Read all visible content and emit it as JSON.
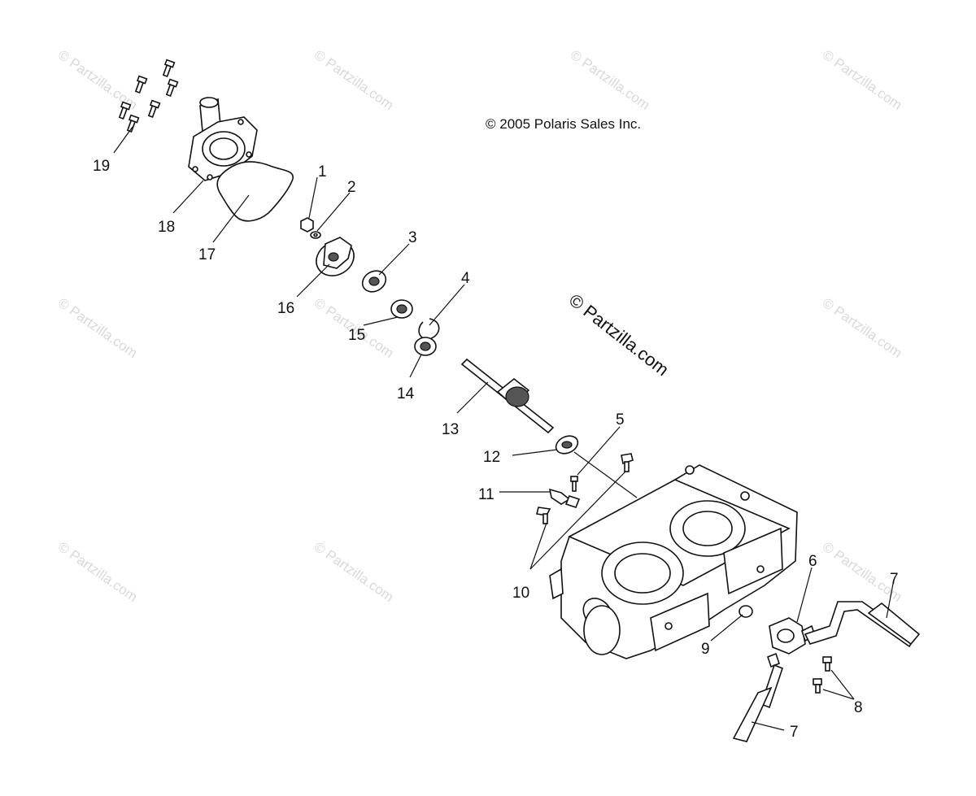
{
  "copyright": "© 2005 Polaris Sales Inc.",
  "watermark_small": "© Partzilla.com",
  "watermark_large": "© Partzilla.com",
  "callouts": [
    "1",
    "2",
    "3",
    "4",
    "5",
    "6",
    "7",
    "7",
    "8",
    "9",
    "10",
    "11",
    "12",
    "13",
    "14",
    "15",
    "16",
    "17",
    "18",
    "19"
  ]
}
